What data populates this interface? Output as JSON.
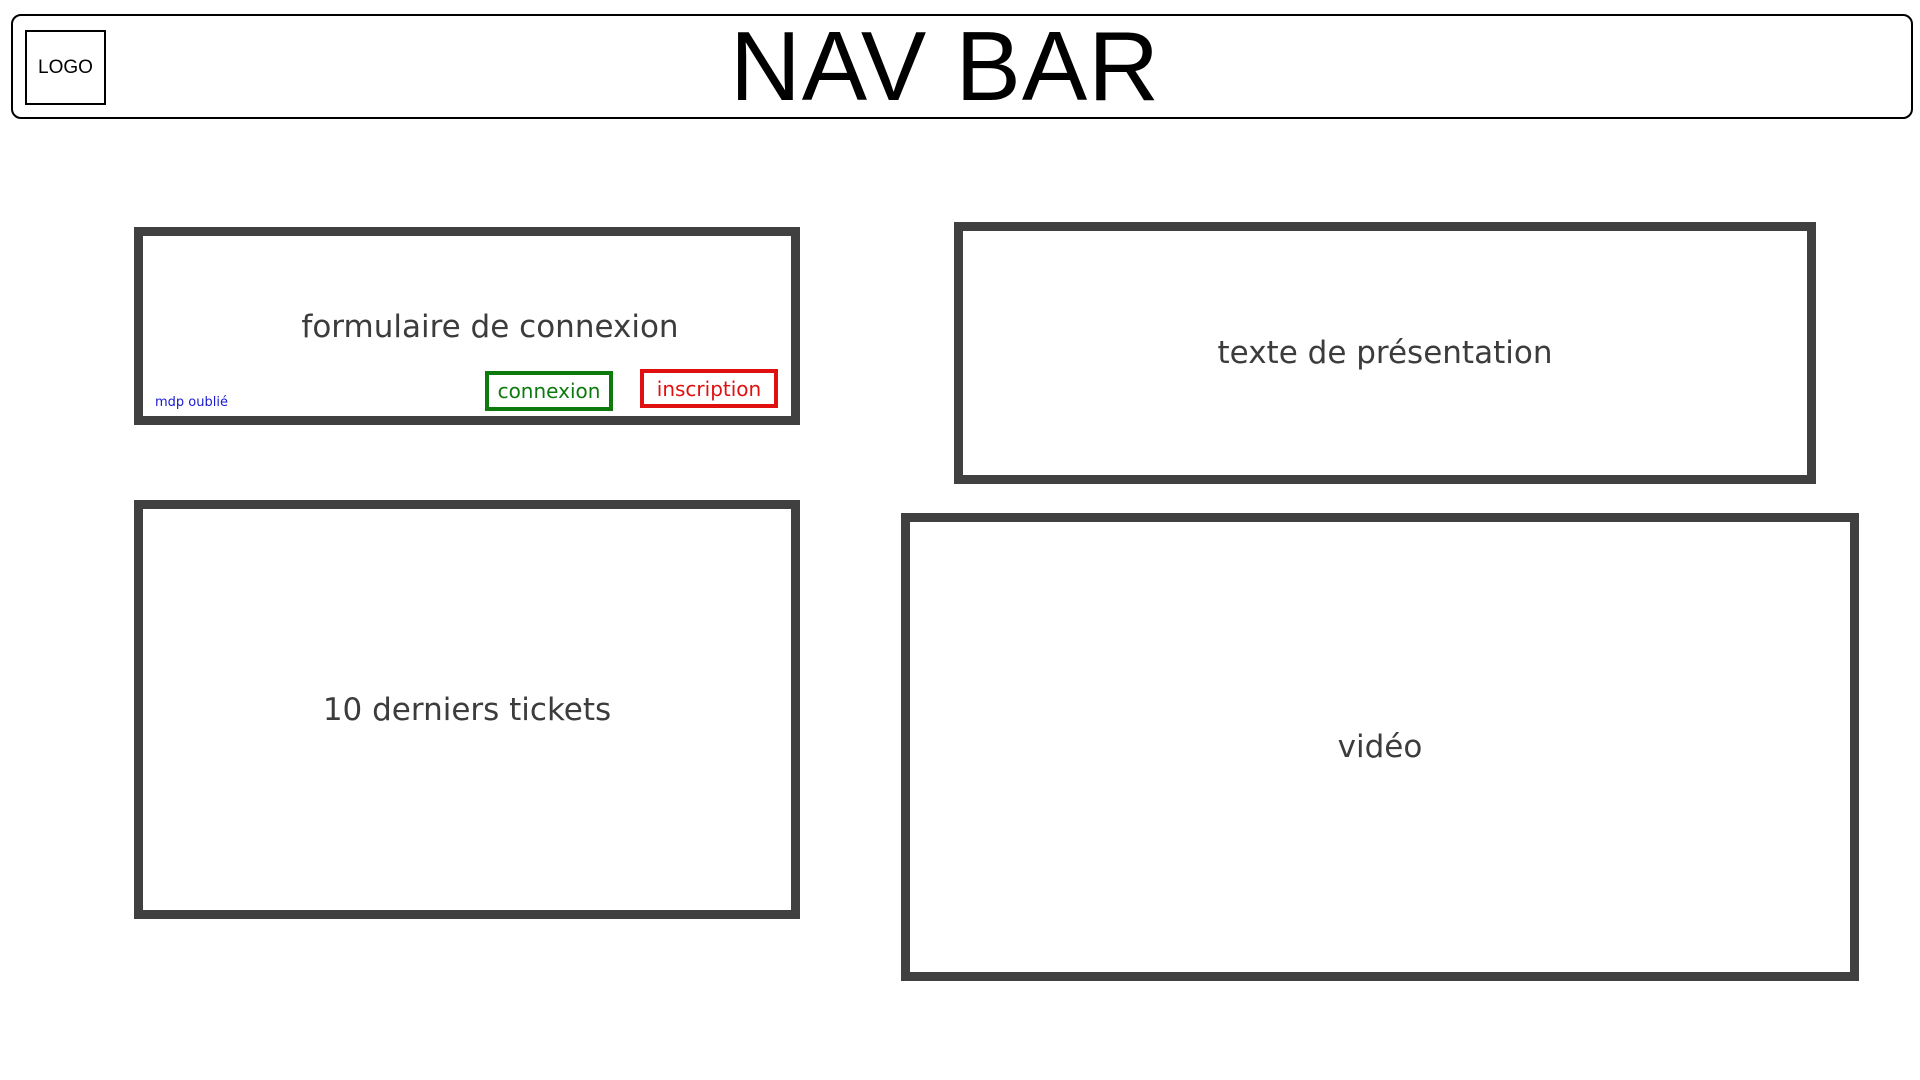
{
  "navbar": {
    "logo_label": "LOGO",
    "title": "NAV BAR"
  },
  "login_form": {
    "title": "formulaire de connexion",
    "forgot_password_label": "mdp oublié",
    "connexion_label": "connexion",
    "inscription_label": "inscription"
  },
  "presentation": {
    "label": "texte de présentation"
  },
  "tickets": {
    "label": "10 derniers tickets"
  },
  "video": {
    "label": "vidéo"
  },
  "colors": {
    "box_border": "#404040",
    "connexion": "#0d7a0d",
    "inscription": "#e01010",
    "link": "#1a1ad0"
  }
}
